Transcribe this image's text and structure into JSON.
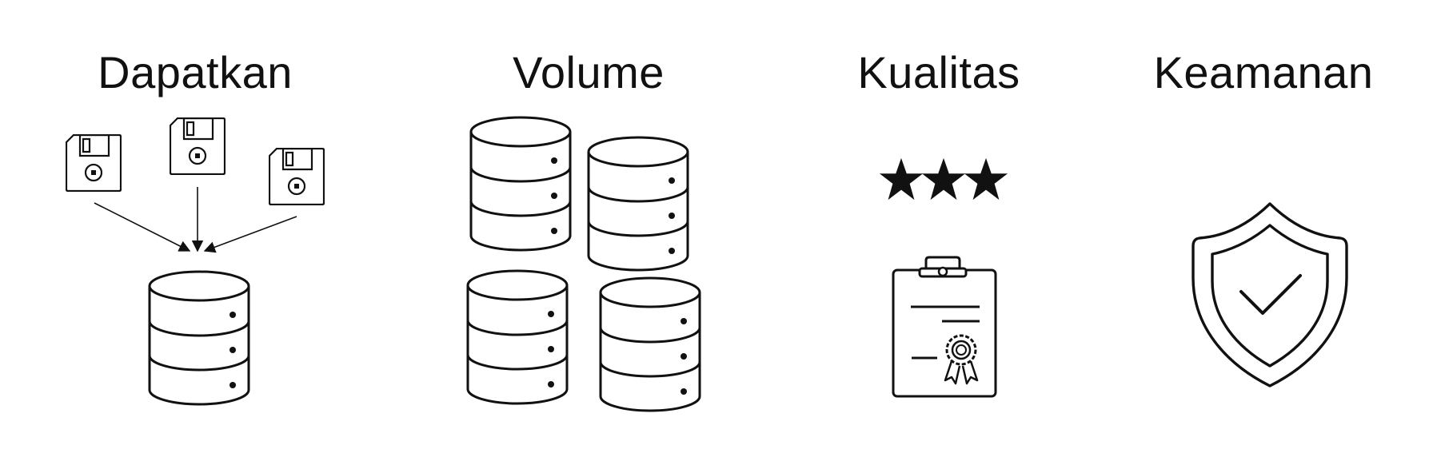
{
  "panels": [
    {
      "title": "Dapatkan",
      "icon": "database-with-floppy-inputs"
    },
    {
      "title": "Volume",
      "icon": "multiple-databases"
    },
    {
      "title": "Kualitas",
      "icon": "stars-and-certificate"
    },
    {
      "title": "Keamanan",
      "icon": "shield-check"
    }
  ],
  "stars": {
    "count": 3
  }
}
